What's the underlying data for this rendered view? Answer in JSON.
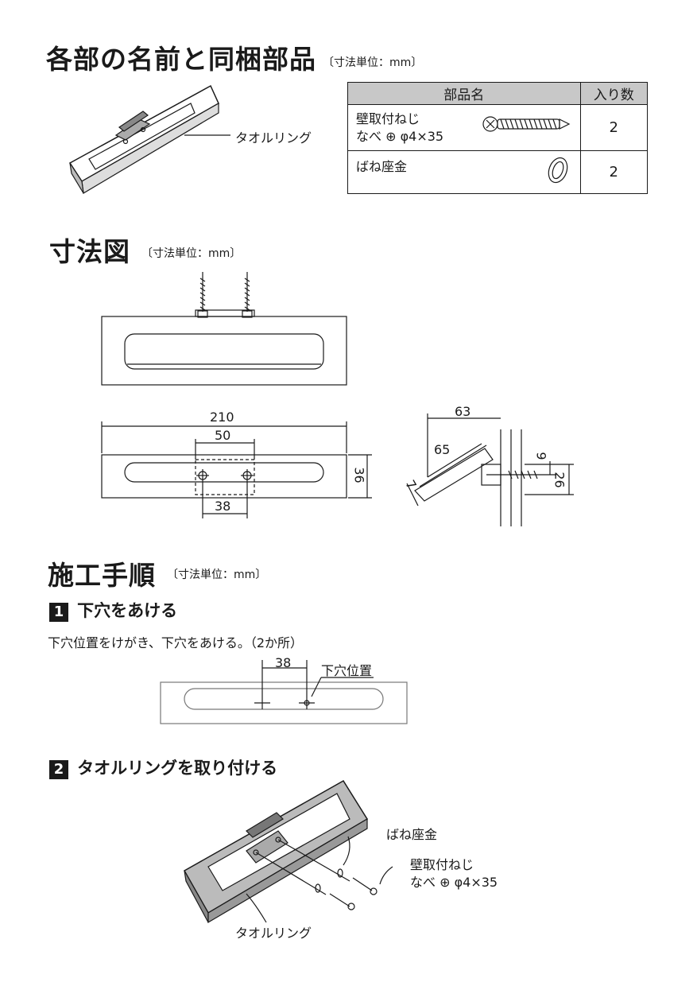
{
  "section1": {
    "title": "各部の名前と同梱部品",
    "unit": "〔寸法単位：mm〕",
    "towel_ring_label": "タオルリング"
  },
  "parts_table": {
    "header_name": "部品名",
    "header_qty": "入り数",
    "rows": [
      {
        "name_line1": "壁取付ねじ",
        "name_line2": "なべ ⊕ φ4×35",
        "qty": "2",
        "icon": "screw-icon"
      },
      {
        "name_line1": "ばね座金",
        "name_line2": "",
        "qty": "2",
        "icon": "spring-washer-icon"
      }
    ]
  },
  "section2": {
    "title": "寸法図",
    "unit": "〔寸法単位：mm〕",
    "dims": {
      "width": "210",
      "screw_span_box": "50",
      "height": "36",
      "hole_pitch": "38",
      "depth": "63",
      "arm_length": "65",
      "thickness": "7",
      "offset": "9",
      "bracket": "26"
    }
  },
  "section3": {
    "title": "施工手順",
    "unit": "〔寸法単位：mm〕",
    "steps": [
      {
        "num": "1",
        "title": "下穴をあける",
        "text": "下穴位置をけがき、下穴をあける。（2か所）",
        "dim": "38",
        "hole_label": "下穴位置"
      },
      {
        "num": "2",
        "title": "タオルリングを取り付ける",
        "washer_label": "ばね座金",
        "screw_label1": "壁取付ねじ",
        "screw_label2": "なべ ⊕ φ4×35",
        "ring_label": "タオルリング"
      }
    ]
  }
}
